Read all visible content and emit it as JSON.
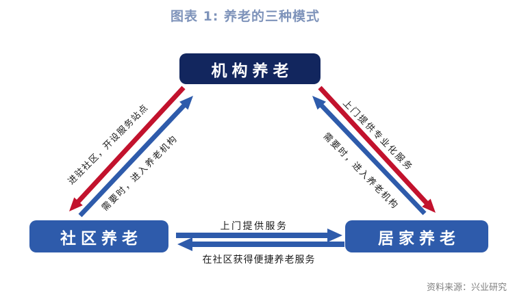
{
  "title": "图表 1: 养老的三种模式",
  "nodes": {
    "institution": "机构养老",
    "community": "社区养老",
    "home": "居家养老"
  },
  "edges": {
    "institution_to_community": "进驻社区，开设服务站点",
    "community_to_institution": "需要时，进入养老机构",
    "institution_to_home": "上门提供专业化服务",
    "home_to_institution": "需要时，进入养老机构",
    "community_to_home": "上门提供服务",
    "home_to_community": "在社区获得便捷养老服务"
  },
  "source": "资料来源：兴业研究",
  "colors": {
    "title_text": "#7e93ba",
    "institution_box": "#12265e",
    "community_box": "#2e5bab",
    "home_box": "#2e5bab",
    "red_arrow": "#c2122d",
    "blue_arrow": "#2e5bab",
    "label_text": "#1a1a1a",
    "source_text": "#7f7f7f"
  }
}
